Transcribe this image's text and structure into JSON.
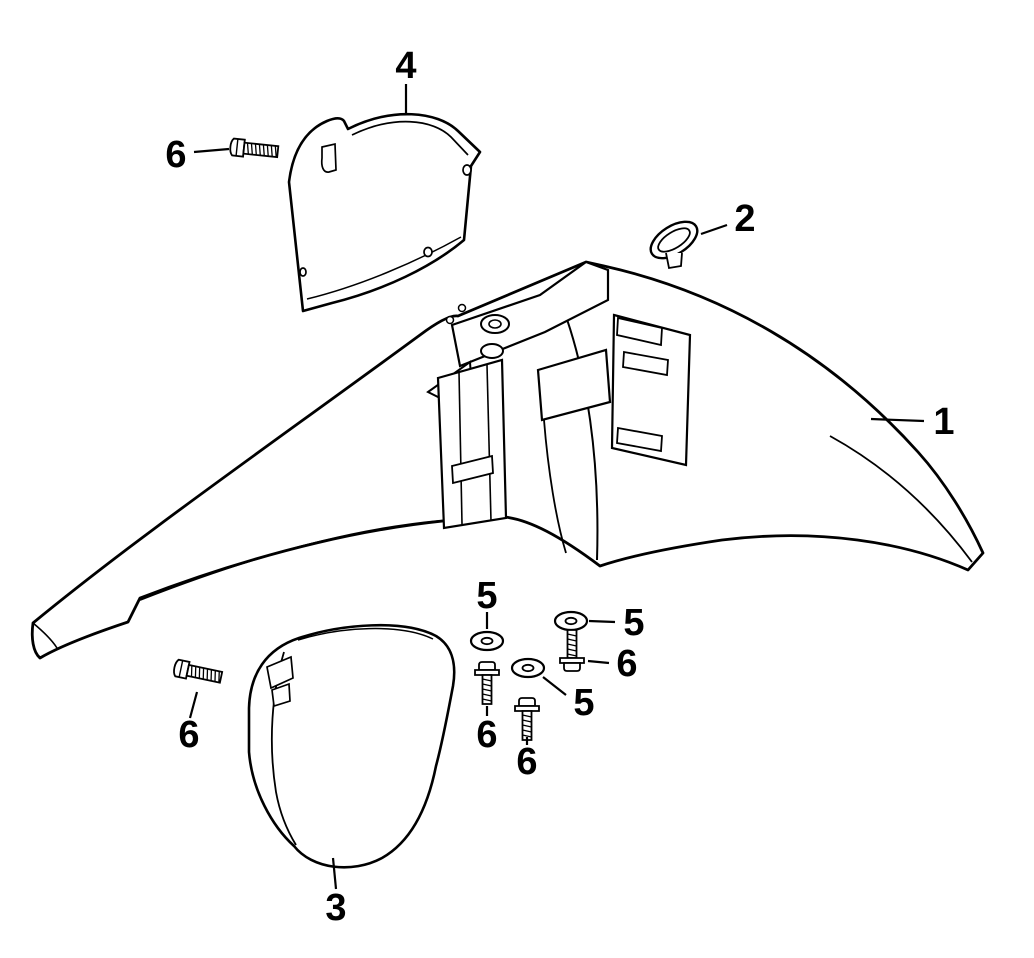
{
  "diagram": {
    "type": "exploded-parts-diagram",
    "colors": {
      "background": "#ffffff",
      "line": "#000000"
    },
    "callouts": [
      {
        "label": "4"
      },
      {
        "label": "6"
      },
      {
        "label": "2"
      },
      {
        "label": "1"
      },
      {
        "label": "5"
      },
      {
        "label": "5"
      },
      {
        "label": "6"
      },
      {
        "label": "5"
      },
      {
        "label": "6"
      },
      {
        "label": "6"
      },
      {
        "label": "6"
      },
      {
        "label": "3"
      }
    ]
  }
}
